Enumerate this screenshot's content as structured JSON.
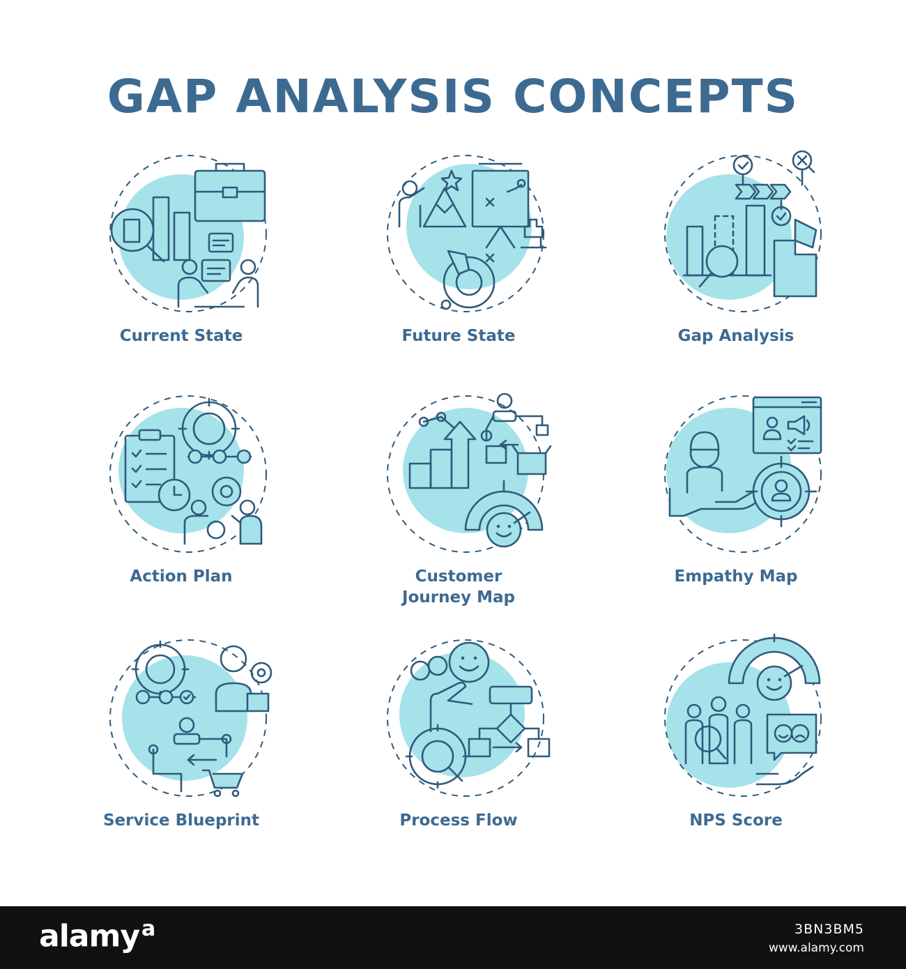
{
  "title": "GAP ANALYSIS CONCEPTS",
  "colors": {
    "text": "#3d6a91",
    "stroke": "#2f5a7b",
    "fill": "#a6e2ea",
    "footer": "#111111"
  },
  "concepts": [
    {
      "label": "Current State",
      "icon": "briefcase-chart-meeting-icon"
    },
    {
      "label": "Future State",
      "icon": "mountain-target-strategy-icon"
    },
    {
      "label": "Gap Analysis",
      "icon": "puzzle-chart-checklist-icon"
    },
    {
      "label": "Action Plan",
      "icon": "gears-clipboard-clock-icon"
    },
    {
      "label": "Customer Journey Map",
      "line1": "Customer",
      "line2": "Journey Map",
      "icon": "journey-growth-satisfaction-icon"
    },
    {
      "label": "Empathy Map",
      "icon": "hand-profile-target-icon"
    },
    {
      "label": "Service Blueprint",
      "icon": "gears-user-cart-icon"
    },
    {
      "label": "Process Flow",
      "icon": "emoji-flowchart-gear-icon"
    },
    {
      "label": "NPS Score",
      "icon": "gauge-people-feedback-icon"
    }
  ],
  "footer": {
    "brand": "alamy",
    "brand_mark": "a",
    "image_id": "3BN3BM5",
    "url": "www.alamy.com"
  }
}
